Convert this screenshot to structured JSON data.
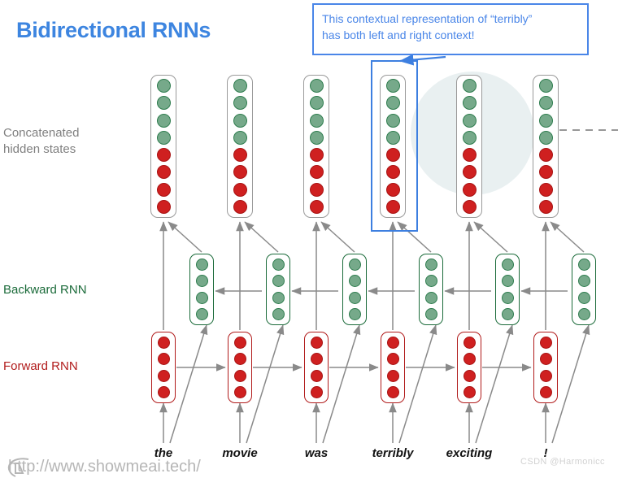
{
  "page": {
    "title": "Bidirectional RNNs",
    "title_color": "#3d85e0",
    "background": "#ffffff"
  },
  "row_labels": {
    "concatenated": "Concatenated\nhidden states",
    "concatenated_color": "#808080",
    "backward": "Backward RNN",
    "backward_color": "#1b6b3a",
    "forward": "Forward RNN",
    "forward_color": "#b11b1b"
  },
  "callout": {
    "line1": "This contextual representation of “terribly”",
    "line2": "has both left and right context!",
    "border_color": "#4a86e8",
    "text_color": "#4a86e8"
  },
  "highlight": {
    "target_word": "terribly",
    "color": "#3d7fe0"
  },
  "spotlight": {
    "color": "#e9f0f1"
  },
  "colors": {
    "green_dot": "#76a98a",
    "green_border": "#2f7d4f",
    "red_dot": "#cf2020",
    "red_border": "#a81414",
    "edge": "#8a8a8a",
    "concat_box_border": "#9a9a9a"
  },
  "sequence": {
    "words": [
      "the",
      "movie",
      "was",
      "terribly",
      "exciting",
      "!"
    ]
  },
  "layers": {
    "concat": {
      "label": "Concatenated hidden states",
      "units_green": 4,
      "units_red": 4
    },
    "backward": {
      "label": "Backward RNN",
      "units_green": 4,
      "direction": "right-to-left"
    },
    "forward": {
      "label": "Forward RNN",
      "units_red": 4,
      "direction": "left-to-right"
    }
  },
  "watermarks": {
    "url": "http://www.showmeai.tech/",
    "csdn": "CSDN @Harmonicc"
  }
}
